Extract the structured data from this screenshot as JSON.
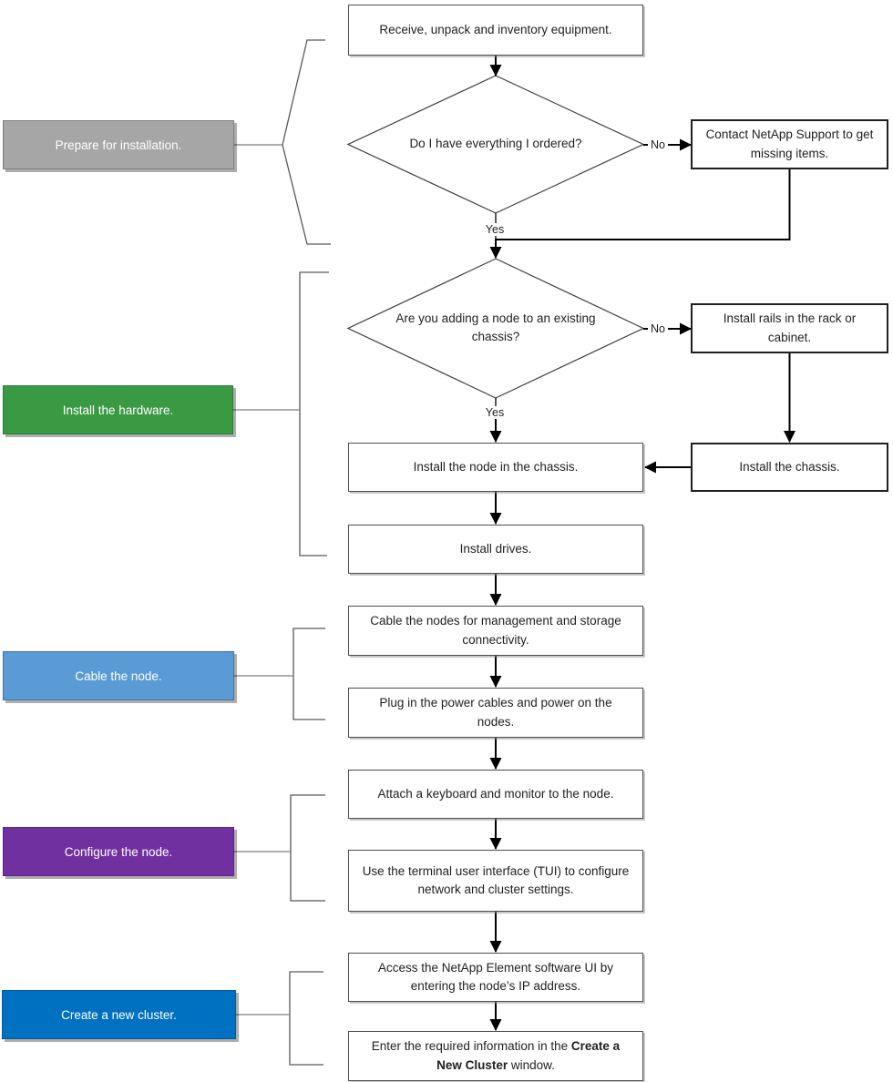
{
  "diagram": {
    "phases": [
      {
        "label": "Prepare for installation.",
        "color": "#A6A6A6",
        "border_color": "#7F7F7F"
      },
      {
        "label": "Install the hardware.",
        "color": "#3A9A43",
        "border_color": "#2E7D36"
      },
      {
        "label": "Cable the node.",
        "color": "#5B9BD5",
        "border_color": "#41719C"
      },
      {
        "label": "Configure the node.",
        "color": "#7030A0",
        "border_color": "#5A2582"
      },
      {
        "label": "Create a new cluster.",
        "color": "#0070C0",
        "border_color": "#005A9E"
      }
    ],
    "steps": {
      "receive": "Receive, unpack and inventory equipment.",
      "contact_support": "Contact NetApp Support to get missing items.",
      "install_rails": "Install rails in the rack or cabinet.",
      "install_chassis": "Install the chassis.",
      "install_node": "Install the node in the chassis.",
      "install_drives": "Install drives.",
      "cable_nodes": "Cable the nodes for management and storage connectivity.",
      "plug_power": "Plug in the power cables and power on the nodes.",
      "attach_keyboard": "Attach a keyboard and monitor to the node.",
      "use_tui": "Use the terminal user interface (TUI) to configure network and cluster settings.",
      "access_ui": "Access the NetApp Element software UI by entering the node’s IP address.",
      "enter_info_prefix": "Enter the required information in the ",
      "enter_info_bold": "Create a New Cluster",
      "enter_info_suffix": " window."
    },
    "decisions": {
      "everything_ordered": "Do I have everything I ordered?",
      "existing_chassis": "Are you adding a node to an existing chassis?"
    },
    "edge_labels": {
      "yes": "Yes",
      "no": "No"
    },
    "line_colors": {
      "arrow": "#000000",
      "bracket": "#595959",
      "connector": "#7F7F7F"
    }
  }
}
